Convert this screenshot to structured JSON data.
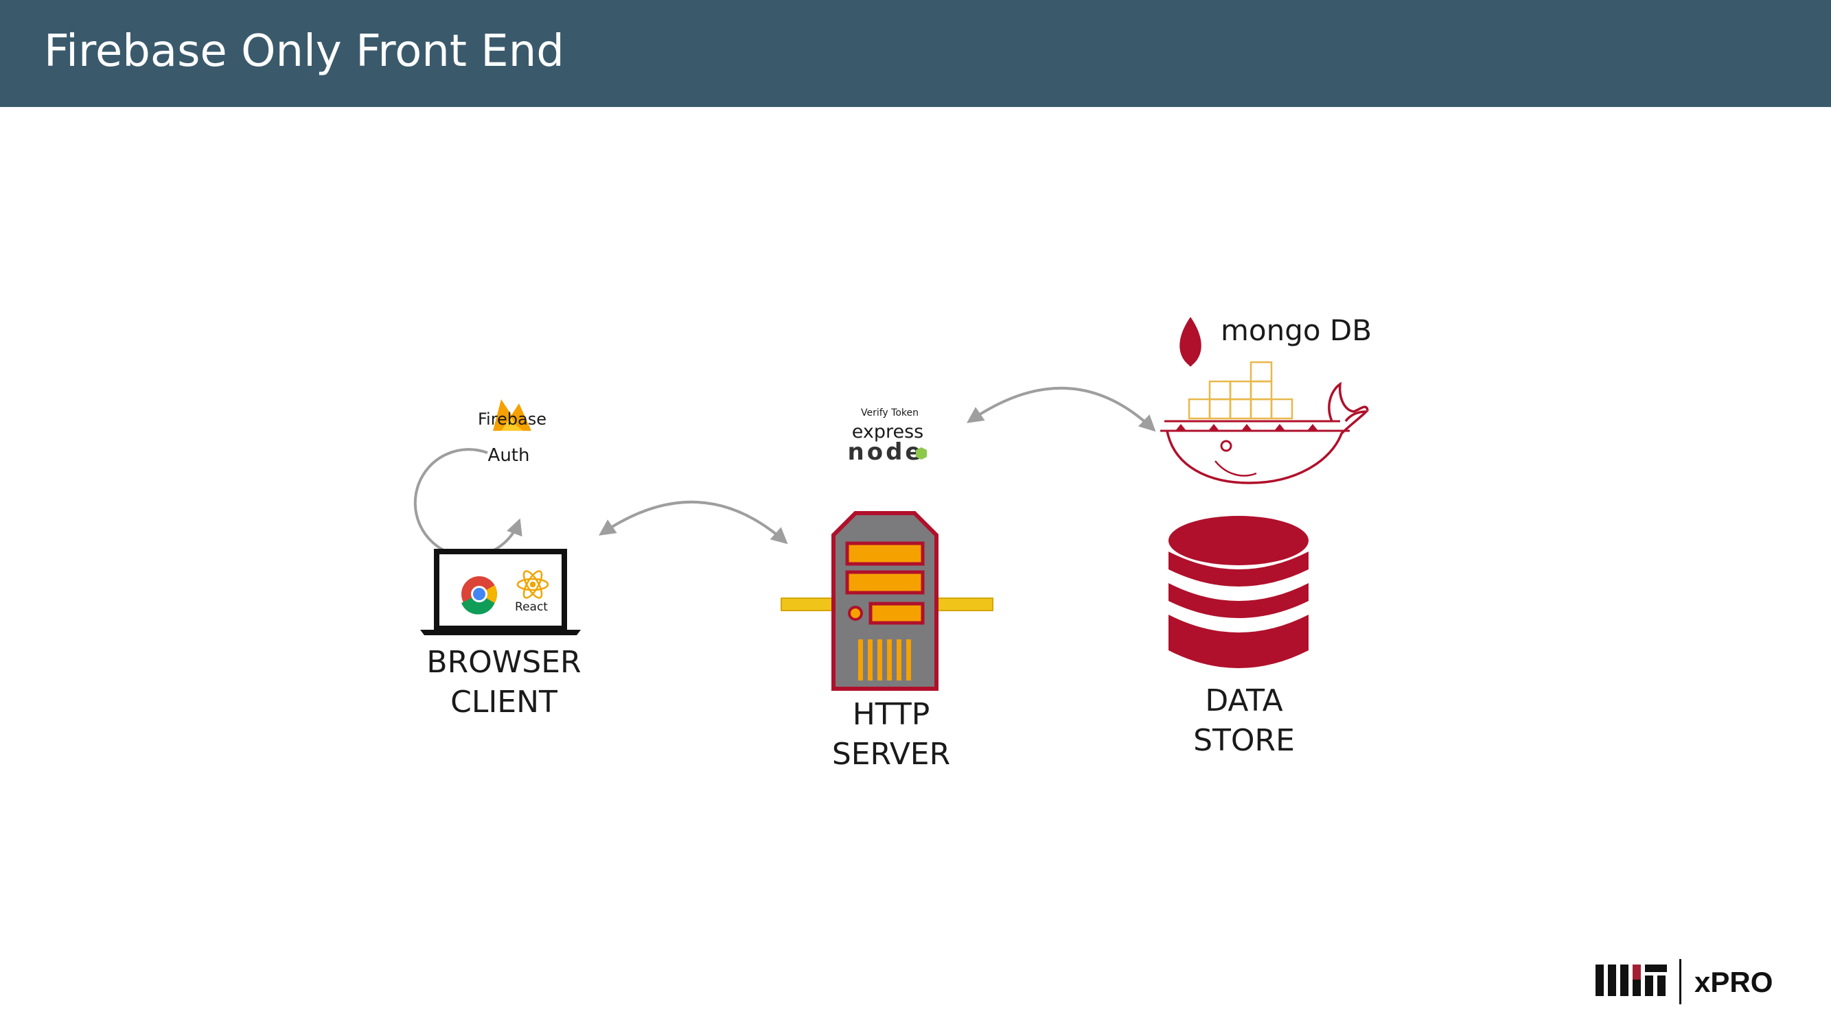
{
  "header": {
    "title": "Firebase Only Front End"
  },
  "client": {
    "firebase_label": "Firebase",
    "auth_label": "Auth",
    "react_label": "React",
    "label_line1": "BROWSER",
    "label_line2": "CLIENT"
  },
  "server": {
    "verify_label": "Verify Token",
    "express_label": "express",
    "node_label": "node",
    "label_line1": "HTTP",
    "label_line2": "SERVER"
  },
  "datastore": {
    "mongo_label": "mongo DB",
    "label_line1": "DATA",
    "label_line2": "STORE"
  },
  "footer": {
    "brand": "xPRO"
  },
  "colors": {
    "header_bg": "#3a5a6c",
    "crimson": "#b0102b",
    "orange": "#f5a100",
    "yellow": "#f0c419",
    "gray": "#7b7b7d",
    "arrow": "#9e9e9e"
  }
}
